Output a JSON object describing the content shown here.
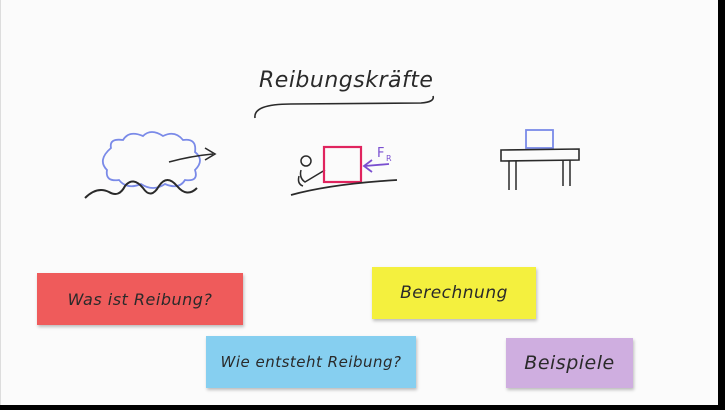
{
  "title": "Reibungskräfte",
  "force_label": "F",
  "force_subscript": "R",
  "cards": {
    "what_is": "Was ist Reibung?",
    "calculation": "Berechnung",
    "how_arises": "Wie entsteht Reibung?",
    "examples": "Beispiele"
  },
  "colors": {
    "red": "#ef5b5b",
    "yellow": "#f4f03e",
    "blue": "#86cff0",
    "purple": "#cfaee0",
    "box_pink": "#e0245e",
    "sketch_blue": "#7a8ae8",
    "force_purple": "#7a4fd0"
  }
}
